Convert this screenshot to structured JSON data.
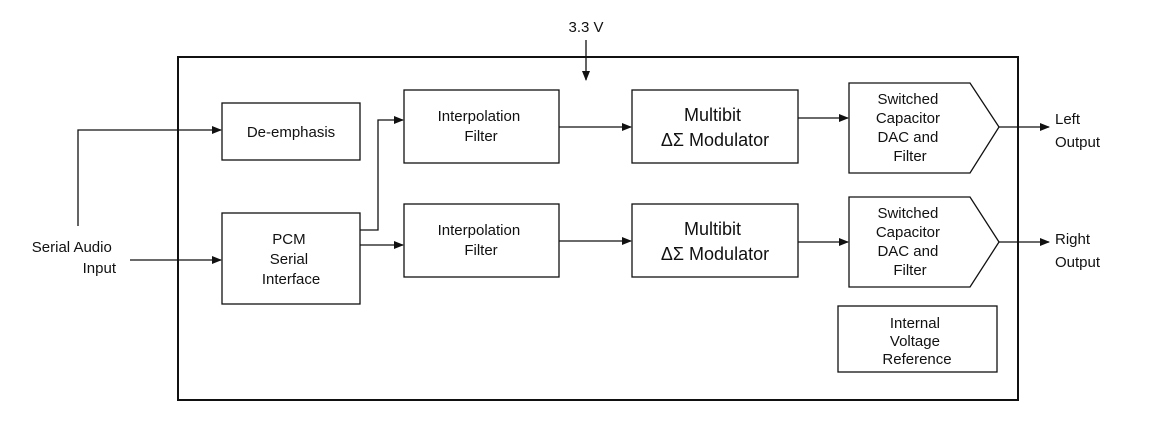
{
  "supply": {
    "label": "3.3 V"
  },
  "inputs": {
    "serial_audio": [
      "Serial Audio",
      "Input"
    ]
  },
  "outputs": {
    "left": [
      "Left",
      "Output"
    ],
    "right": [
      "Right",
      "Output"
    ]
  },
  "blocks": {
    "deemphasis": [
      "De-emphasis"
    ],
    "pcm": [
      "PCM",
      "Serial",
      "Interface"
    ],
    "interp_top": [
      "Interpolation",
      "Filter"
    ],
    "interp_bottom": [
      "Interpolation",
      "Filter"
    ],
    "mod_top": [
      "Multibit",
      "ΔΣ Modulator"
    ],
    "mod_bottom": [
      "Multibit",
      "ΔΣ Modulator"
    ],
    "dac_top": [
      "Switched",
      "Capacitor",
      "DAC and",
      "Filter"
    ],
    "dac_bottom": [
      "Switched",
      "Capacitor",
      "DAC and",
      "Filter"
    ],
    "vref": [
      "Internal",
      "Voltage",
      "Reference"
    ]
  }
}
